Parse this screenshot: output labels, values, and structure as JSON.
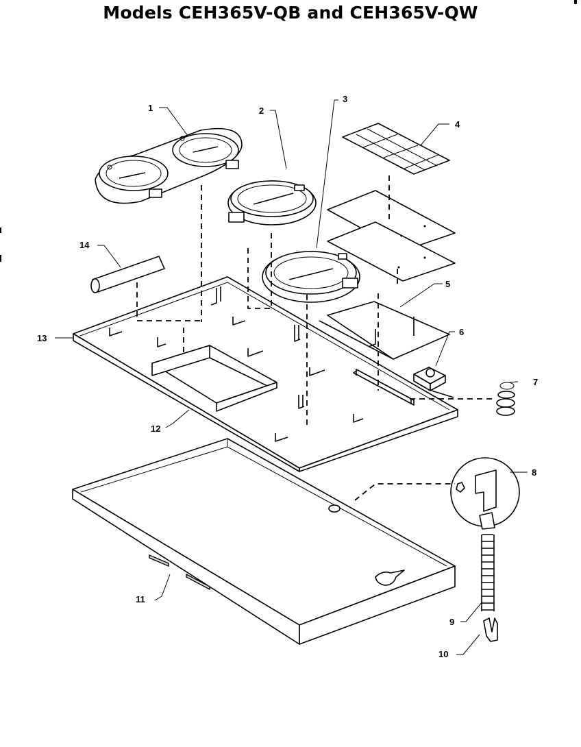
{
  "header": {
    "title": "Models CEH365V-QB and CEH365V-QW",
    "cut_left": "",
    "cut_right": ""
  },
  "callouts": [
    "1",
    "2",
    "3",
    "4",
    "5",
    "6",
    "7",
    "8",
    "9",
    "10",
    "11",
    "12",
    "13",
    "14"
  ]
}
